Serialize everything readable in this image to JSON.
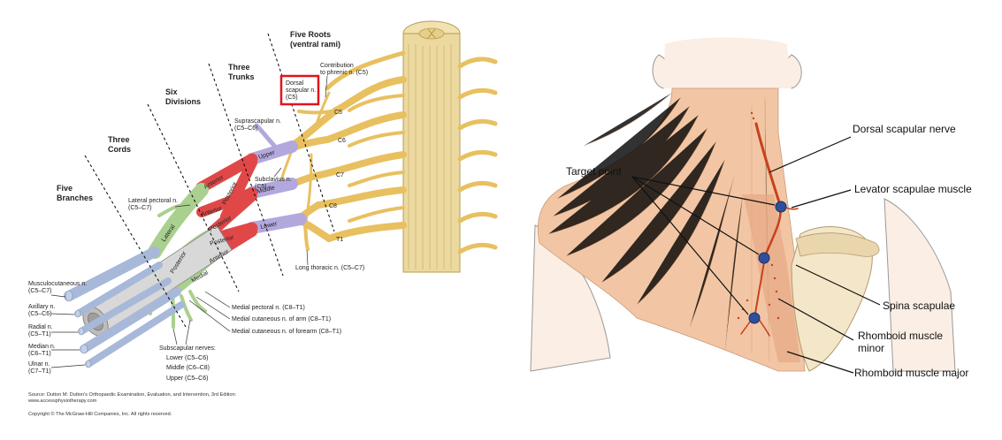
{
  "left_diagram": {
    "headers": {
      "five_roots": "Five Roots",
      "ventral_rami": "(ventral rami)",
      "three_trunks_1": "Three",
      "three_trunks_2": "Trunks",
      "six_divisions_1": "Six",
      "six_divisions_2": "Divisions",
      "three_cords_1": "Three",
      "three_cords_2": "Cords",
      "five_branches_1": "Five",
      "five_branches_2": "Branches"
    },
    "roots": [
      "C5",
      "C6",
      "C7",
      "C8",
      "T1"
    ],
    "trunks": [
      "Upper",
      "Middle",
      "Lower"
    ],
    "divisions": [
      "Anterior",
      "Posterior",
      "Anterior",
      "Posterior",
      "Posterior",
      "Anterior"
    ],
    "cords": [
      "Lateral",
      "Posterior",
      "Medial"
    ],
    "dorsal_scapular": {
      "line1": "Dorsal",
      "line2": "scapular n.",
      "line3": "(C5)",
      "highlight_color": "#e0141e"
    },
    "phrenic": {
      "line1": "Contribution",
      "line2": "to phrenic n. (C5)"
    },
    "suprascapular": {
      "line1": "Suprascapular n.",
      "line2": "(C5–C6)"
    },
    "subclavius": {
      "line1": "Subclavius n.",
      "line2": "(C5)"
    },
    "lateral_pectoral": {
      "line1": "Lateral pectoral n.",
      "line2": "(C5–C7)"
    },
    "long_thoracic": "Long thoracic n. (C5–C7)",
    "medial_pectoral": "Medial pectoral n. (C8–T1)",
    "medial_cut_arm": "Medial cutaneous n. of arm (C8–T1)",
    "medial_cut_forearm": "Medial cutaneous n. of forearm (C8–T1)",
    "subscapular": {
      "title": "Subscapular nerves:",
      "lower": "Lower (C5–C6)",
      "middle": "Middle (C6–C8)",
      "upper": "Upper (C5–C6)"
    },
    "branches": [
      {
        "name": "Musculocutaneous n.",
        "roots": "(C5–C7)"
      },
      {
        "name": "Axillary n.",
        "roots": "(C5–C6)"
      },
      {
        "name": "Radial n.",
        "roots": "(C5–T1)"
      },
      {
        "name": "Median n.",
        "roots": "(C6–T1)"
      },
      {
        "name": "Ulnar n.",
        "roots": "(C7–T1)"
      }
    ],
    "source_line1": "Source: Dutton M: Dutton's Orthopaedic Examination, Evaluation, and Intervention, 3rd Edition:",
    "source_line2": "www.accessphysiotherapy.com",
    "copyright": "Copyright © The McGraw-Hill Companies, Inc. All rights reserved.",
    "colors": {
      "roots": "#e8c060",
      "trunks": "#b3a8dd",
      "divisions": "#e04848",
      "cords": "#a9d08e",
      "branches": "#a8b8d8",
      "spinal_cord": "#ecd9a0"
    }
  },
  "right_diagram": {
    "labels": {
      "target_point": "Target point",
      "dorsal_scapular_nerve": "Dorsal scapular nerve",
      "levator_scapulae": "Levator scapulae muscle",
      "spina_scapulae": "Spina scapulae",
      "rhomboid_minor_1": "Rhomboid muscle",
      "rhomboid_minor_2": "minor",
      "rhomboid_major": "Rhomboid muscle major"
    },
    "colors": {
      "muscle": "#f2c6a4",
      "nerve": "#c8401c",
      "target": "#2e4f9c"
    }
  }
}
